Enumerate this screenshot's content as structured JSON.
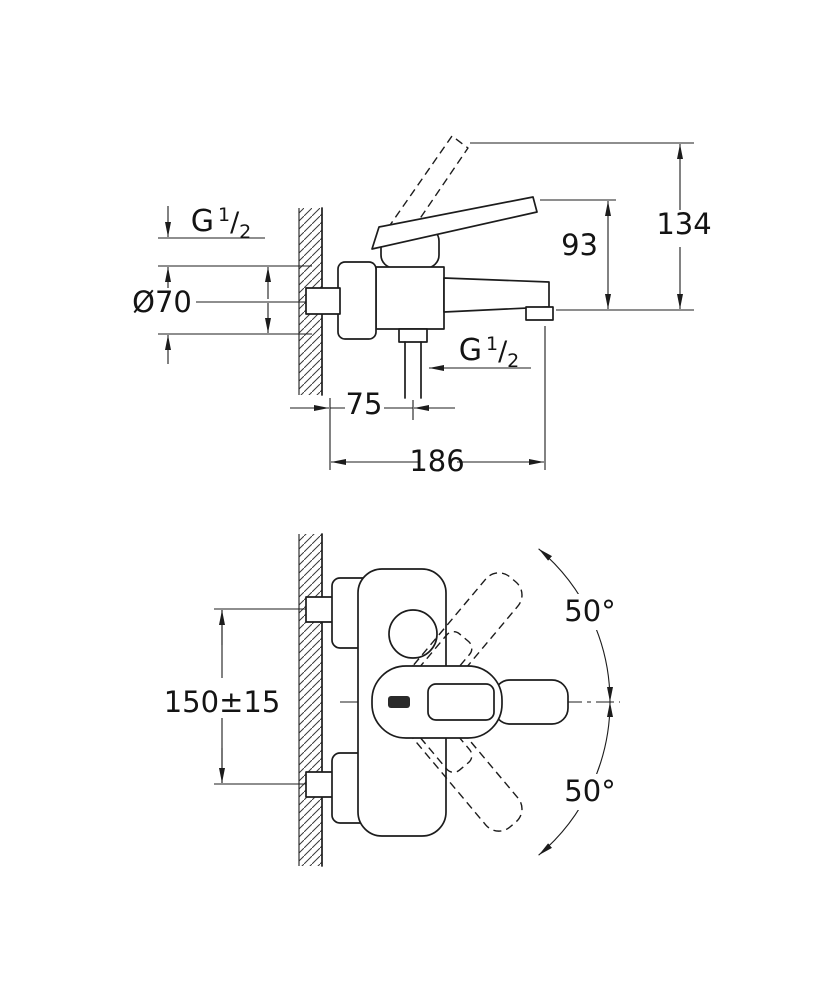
{
  "colors": {
    "background": "#ffffff",
    "line": "#1c1c1c"
  },
  "side_view": {
    "thread_wall": {
      "base": "G",
      "sup": "1",
      "slash": "/",
      "sub": "2"
    },
    "thread_outlet": {
      "base": "G",
      "sup": "1",
      "slash": "/",
      "sub": "2"
    },
    "escutcheon_diameter": "Ø70",
    "height_to_lever": "93",
    "height_total": "134",
    "outlet_offset": "75",
    "depth_total": "186"
  },
  "front_view": {
    "connection_spacing": "150±15",
    "lever_swing_up": "50°",
    "lever_swing_down": "50°"
  }
}
